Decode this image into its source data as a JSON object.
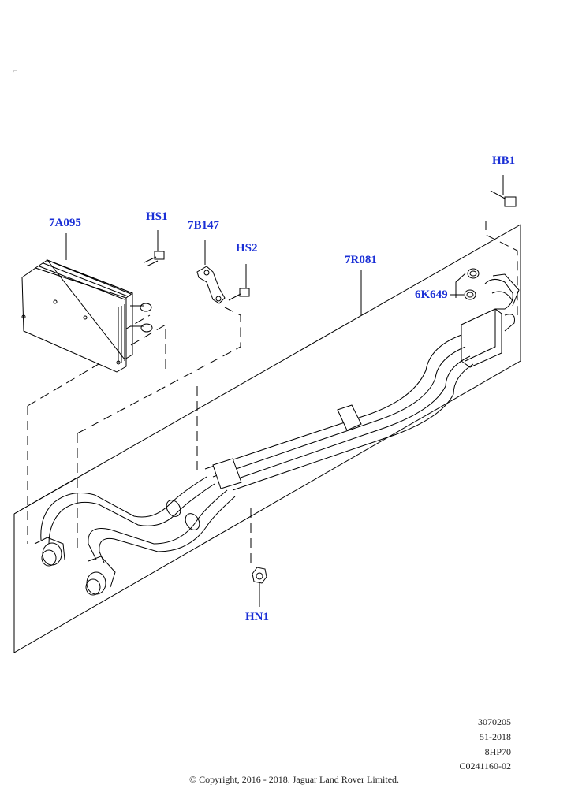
{
  "callouts": {
    "hb1": "HB1",
    "a7095": "7A095",
    "hs1": "HS1",
    "b7147": "7B147",
    "hs2": "HS2",
    "r7081": "7R081",
    "k6649": "6K649",
    "hn1": "HN1"
  },
  "footer": {
    "code1": "3070205",
    "code2": "51-2018",
    "code3": "8HP70",
    "code4": "C0241160-02",
    "copyright": "© Copyright, 2016 - 2018. Jaguar Land Rover Limited."
  },
  "colors": {
    "callout": "#1a2fd6",
    "line": "#000000"
  }
}
